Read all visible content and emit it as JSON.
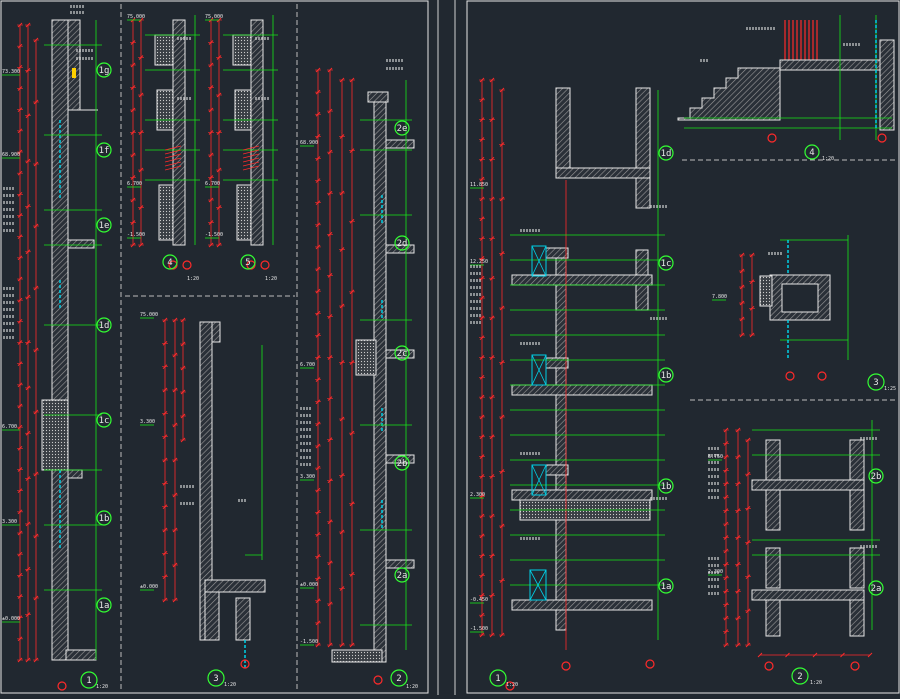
{
  "colors": {
    "background": "#212830",
    "wall_outline": "#e6e6e6",
    "hatch": "#9a9a9a",
    "dimension": "#ff2a2a",
    "leader": "#17e617",
    "label_text": "#e6e6e6",
    "level_text": "#e8e8e8",
    "bubble": "#33ff33",
    "glass": "#00cfe6",
    "frame": "#ffffff",
    "divider": "#e6e6e6"
  },
  "icons": {
    "detail_bubble": "green-circle-tag",
    "section_marker": "red-circle",
    "window": "cyan-x-box"
  },
  "left_sheet": {
    "section_1": {
      "tag": "1",
      "scale": "1:20",
      "grid_tags": [
        "1g",
        "1f",
        "1e",
        "1d",
        "1c",
        "1b",
        "1a"
      ]
    },
    "detail_4": {
      "tag": "4",
      "scale": "1:20"
    },
    "detail_5": {
      "tag": "5",
      "scale": "1:20"
    },
    "section_3": {
      "tag": "3",
      "scale": "1:20"
    },
    "section_2": {
      "tag": "2",
      "scale": "1:20",
      "grid_tags": [
        "2e",
        "2d",
        "2c",
        "2b",
        "2a"
      ]
    },
    "levels": [
      "73.300",
      "68.900",
      "75.000",
      "6.700",
      "3.300",
      "±0.000",
      "-1.500"
    ]
  },
  "right_sheet": {
    "section_1": {
      "tag": "1",
      "scale": "1:20",
      "grid_tags": [
        "1d",
        "1c",
        "1b",
        "1b",
        "1a"
      ]
    },
    "stair_4": {
      "tag": "4",
      "scale": "1:20"
    },
    "detail_3": {
      "tag": "3",
      "scale": "1:25"
    },
    "section_2": {
      "tag": "2",
      "scale": "1:20",
      "grid_tags": [
        "2b",
        "2a"
      ]
    },
    "levels": [
      "11.850",
      "12.250",
      "8.750",
      "7.800",
      "2.300",
      "-0.450",
      "-1.500"
    ]
  }
}
